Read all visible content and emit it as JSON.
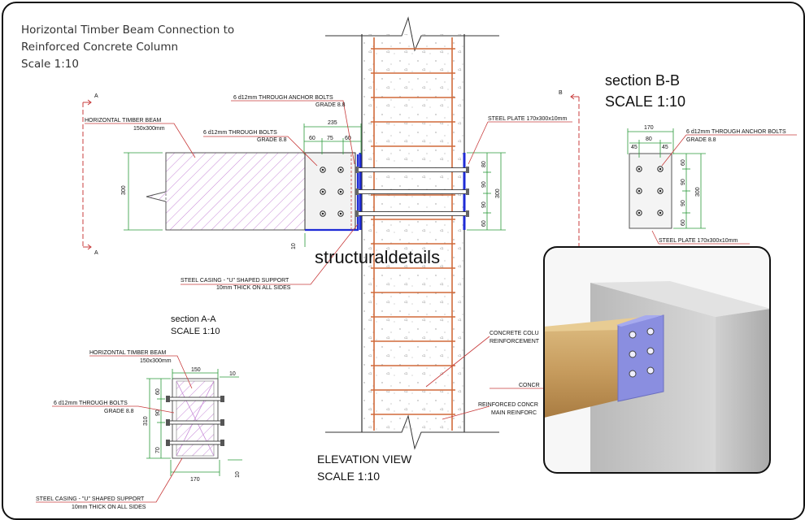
{
  "title": {
    "line1": "Horizontal Timber Beam Connection to",
    "line2": "Reinforced Concrete Column",
    "scale": "Scale 1:10"
  },
  "watermark": "structuraldetails",
  "elevation": {
    "caption": "ELEVATION VIEW",
    "scale": "SCALE 1:10",
    "section_marker_a": "A",
    "section_marker_b": "B",
    "labels": {
      "timber_beam": "HORIZONTAL TIMBER BEAM",
      "timber_size": "150x300mm",
      "through_bolts": "6 d12mm THROUGH BOLTS",
      "through_bolts_grade": "GRADE 8.8",
      "anchor_bolts": "6 d12mm THROUGH ANCHOR BOLTS",
      "anchor_bolts_grade": "GRADE 8.8",
      "steel_plate": "STEEL PLATE 170x300x10mm",
      "casing": "STEEL CASING - \"U\" SHAPED SUPPORT",
      "casing_note": "10mm THICK ON ALL SIDES",
      "column_reinf_1": "CONCRETE COLU",
      "column_reinf_2": "REINFORCEMENT",
      "concrete": "CONCR",
      "main_reinf_1": "REINFORCED CONCR",
      "main_reinf_2": "MAIN REINFORC"
    },
    "dims": {
      "d235": "235",
      "d60a": "60",
      "d75": "75",
      "d60b": "60",
      "d300": "300",
      "d10": "10",
      "r80": "80",
      "r90": "90",
      "r60": "60",
      "r300": "300"
    }
  },
  "section_bb": {
    "title": "section B-B",
    "scale": "SCALE 1:10",
    "labels": {
      "anchor_bolts": "6 d12mm THROUGH ANCHOR BOLTS",
      "anchor_bolts_grade": "GRADE 8.8",
      "steel_plate": "STEEL PLATE 170x300x10mm"
    },
    "dims": {
      "d170": "170",
      "d80": "80",
      "d45a": "45",
      "d45b": "45",
      "v60a": "60",
      "v90a": "90",
      "v90b": "90",
      "v60b": "60",
      "v300": "300"
    }
  },
  "section_aa": {
    "title": "section A-A",
    "scale": "SCALE 1:10",
    "labels": {
      "timber_beam": "HORIZONTAL TIMBER BEAM",
      "timber_size": "150x300mm",
      "through_bolts": "6 d12mm THROUGH BOLTS",
      "through_bolts_grade": "GRADE 8.8",
      "casing": "STEEL CASING - \"U\" SHAPED SUPPORT",
      "casing_note": "10mm THICK ON ALL SIDES"
    },
    "dims": {
      "d150": "150",
      "d10": "10",
      "d170": "170",
      "d10b": "10",
      "v60": "60",
      "v90": "90",
      "v70": "70",
      "v310": "310"
    }
  },
  "colors": {
    "hatch": "#c88ad8",
    "rebar": "#d06a3a",
    "plate": "#1e2bd6",
    "dimension": "#2a9a3a",
    "leader": "#c83c3c",
    "render_plate": "#8a8ee0",
    "wood": "#c9a468",
    "concrete": "#cfcfcf"
  }
}
